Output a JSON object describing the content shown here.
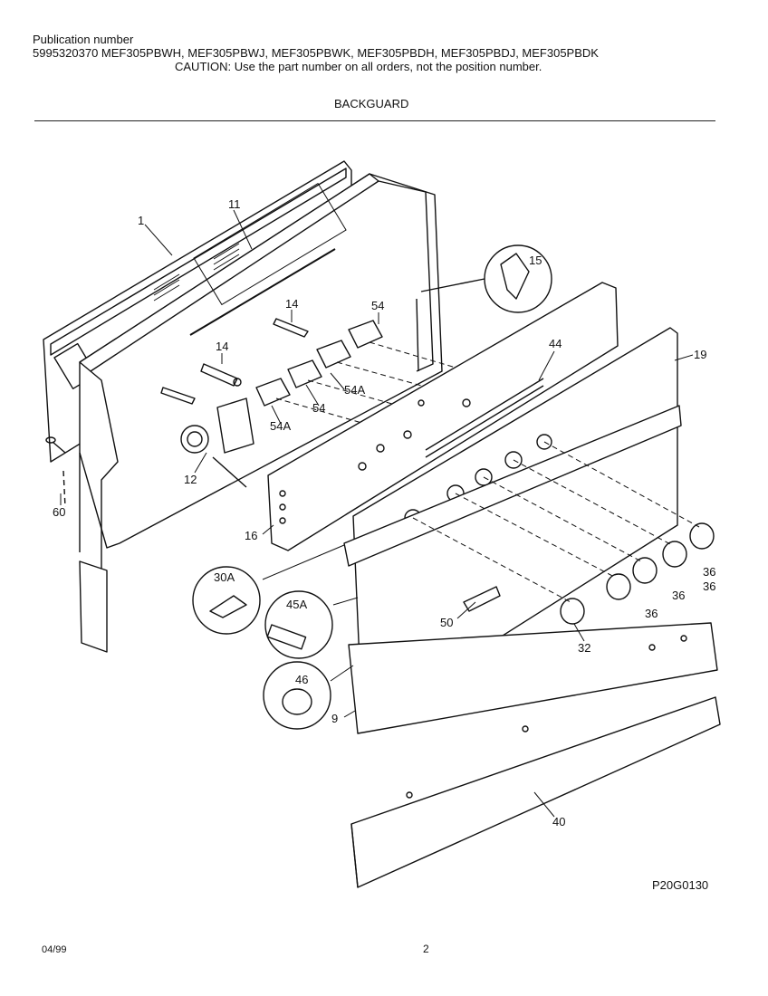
{
  "header": {
    "publication_label": "Publication number",
    "models_line": "5995320370 MEF305PBWH, MEF305PBWJ, MEF305PBWK, MEF305PBDH, MEF305PBDJ, MEF305PBDK",
    "caution": "CAUTION:  Use the part number on all orders, not the position number."
  },
  "section_title": "BACKGUARD",
  "callouts": {
    "c1": "1",
    "c11": "11",
    "c14a": "14",
    "c14b": "14",
    "c54a": "54",
    "c54b": "54",
    "c54A1": "54A",
    "c54A2": "54A",
    "c15": "15",
    "c44": "44",
    "c19": "19",
    "c12": "12",
    "c16": "16",
    "c60": "60",
    "c30A": "30A",
    "c45A": "45A",
    "c46": "46",
    "c50": "50",
    "c32": "32",
    "c36a": "36",
    "c36b": "36",
    "c36c": "36",
    "c36d": "36",
    "c9": "9",
    "c40": "40"
  },
  "drawing_code": "P20G0130",
  "footer": {
    "date": "04/99",
    "page": "2"
  }
}
